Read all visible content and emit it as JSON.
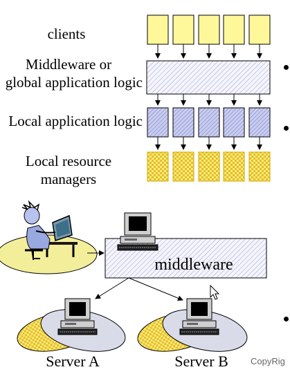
{
  "labels": {
    "clients": "clients",
    "middleware_line1": "Middleware or",
    "middleware_line2": "global application logic",
    "local_app": "Local application logic",
    "resource_line1": "Local resource",
    "resource_line2": "managers",
    "middleware_box": "middleware",
    "server_a": "Server A",
    "server_b": "Server B",
    "copyright": "CopyRig"
  },
  "colors": {
    "client_fill": "#fff89a",
    "hatch_blue": "#8f97d3",
    "resource_fill": "#ffe86a",
    "resource_dot": "#d6b300",
    "ellipse_yellow": "#f3ee9a",
    "ellipse_gray": "#d9dbe8"
  },
  "icons": [
    "person-at-computer-icon",
    "desktop-computer-icon",
    "mouse-cursor-icon"
  ]
}
